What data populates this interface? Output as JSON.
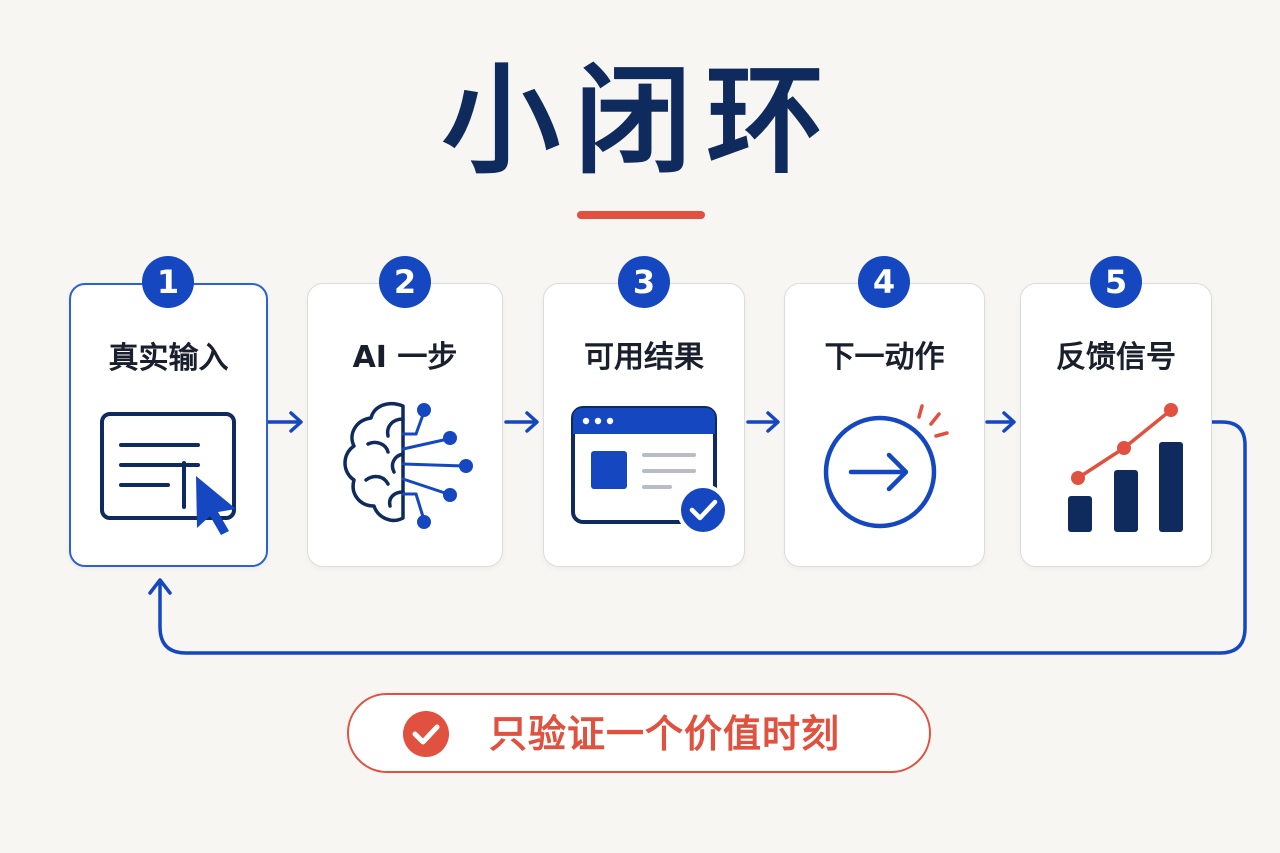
{
  "title": "小闭环",
  "steps": [
    {
      "number": "1",
      "label": "真实输入",
      "icon": "document-cursor-icon"
    },
    {
      "number": "2",
      "label": "AI 一步",
      "icon": "ai-brain-icon"
    },
    {
      "number": "3",
      "label": "可用结果",
      "icon": "browser-check-icon"
    },
    {
      "number": "4",
      "label": "下一动作",
      "icon": "arrow-circle-icon"
    },
    {
      "number": "5",
      "label": "反馈信号",
      "icon": "growth-chart-icon"
    }
  ],
  "footer": {
    "text": "只验证一个价值时刻",
    "icon": "check-circle-icon"
  },
  "colors": {
    "navy": "#0f2a5c",
    "blue": "#1547c0",
    "red": "#e0513f",
    "background": "#f7f6f3"
  }
}
